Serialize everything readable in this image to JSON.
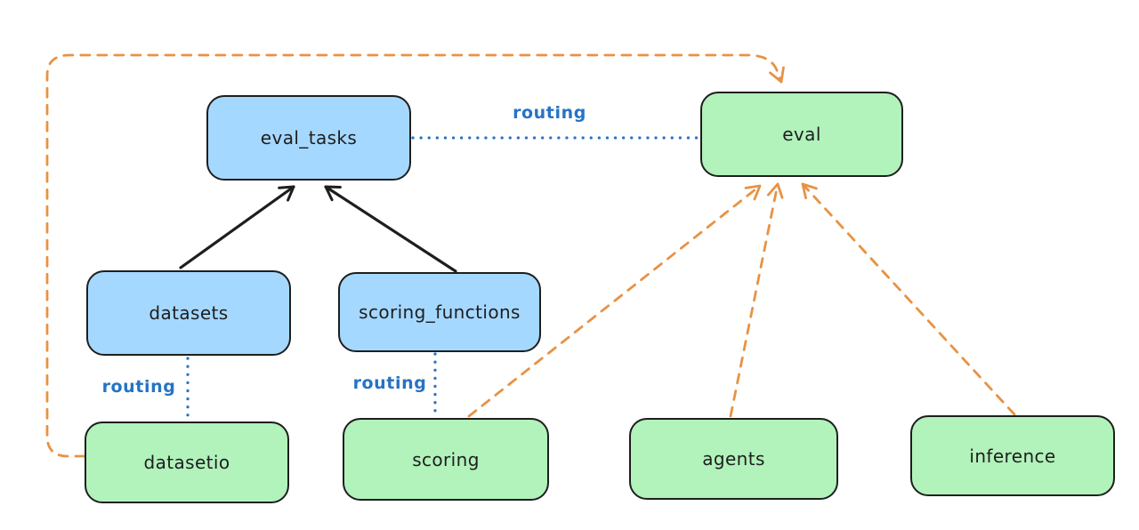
{
  "nodes": {
    "eval_tasks": {
      "label": "eval_tasks",
      "fill": "#a5d8ff"
    },
    "eval": {
      "label": "eval",
      "fill": "#b2f2bb"
    },
    "datasets": {
      "label": "datasets",
      "fill": "#a5d8ff"
    },
    "scoring_functions": {
      "label": "scoring_functions",
      "fill": "#a5d8ff"
    },
    "datasetio": {
      "label": "datasetio",
      "fill": "#b2f2bb"
    },
    "scoring": {
      "label": "scoring",
      "fill": "#b2f2bb"
    },
    "agents": {
      "label": "agents",
      "fill": "#b2f2bb"
    },
    "inference": {
      "label": "inference",
      "fill": "#b2f2bb"
    }
  },
  "labels": {
    "routing_eval": "routing",
    "routing_datasetio": "routing",
    "routing_scoring": "routing"
  },
  "edges": [
    {
      "from": "datasets",
      "to": "eval_tasks",
      "style": "solid-black-arrow"
    },
    {
      "from": "scoring_functions",
      "to": "eval_tasks",
      "style": "solid-black-arrow"
    },
    {
      "from": "eval_tasks",
      "to": "eval",
      "style": "dotted-blue",
      "label": "routing"
    },
    {
      "from": "datasets",
      "to": "datasetio",
      "style": "dotted-blue",
      "label": "routing"
    },
    {
      "from": "scoring_functions",
      "to": "scoring",
      "style": "dotted-blue",
      "label": "routing"
    },
    {
      "from": "datasetio",
      "to": "eval",
      "style": "dashed-orange-arrow"
    },
    {
      "from": "scoring",
      "to": "eval",
      "style": "dashed-orange-arrow"
    },
    {
      "from": "agents",
      "to": "eval",
      "style": "dashed-orange-arrow"
    },
    {
      "from": "inference",
      "to": "eval",
      "style": "dashed-orange-arrow"
    }
  ],
  "colors": {
    "background": "#ffffff",
    "node_border": "#1e1e1e",
    "blue_fill": "#a5d8ff",
    "green_fill": "#b2f2bb",
    "black_edge": "#1e1e1e",
    "orange_edge": "#e89245",
    "blue_edge": "#2673c4"
  }
}
